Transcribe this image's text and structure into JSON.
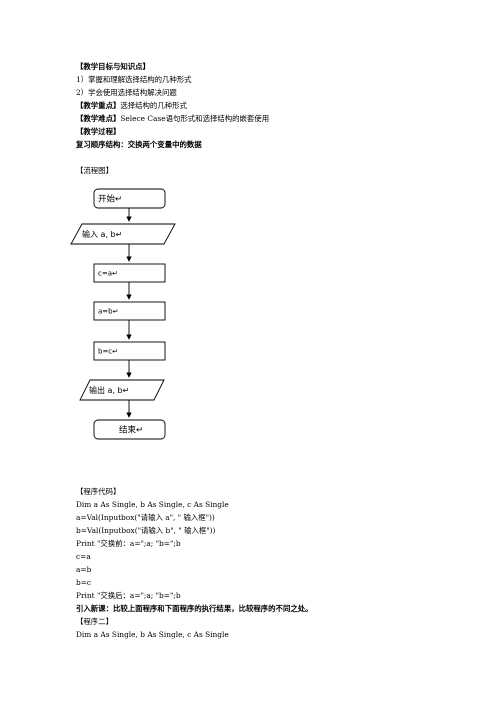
{
  "doc": {
    "sections": [
      {
        "label": "【教学目标与知识点】",
        "text": ""
      },
      {
        "label": "",
        "text": "1）掌握和理解选择结构的几种形式"
      },
      {
        "label": "",
        "text": "2）学会使用选择结构解决问题"
      },
      {
        "label": "【教学重点】",
        "text": "选择结构的几种形式"
      },
      {
        "label": "【教学难点】",
        "text": "Selece Case语句形式和选择结构的嵌套使用"
      },
      {
        "label": "【教学过程】",
        "text": ""
      },
      {
        "label": "复习顺序结构：交换两个变量中的数据",
        "text": ""
      }
    ],
    "flowchart_heading": "【流程图】",
    "flowchart": {
      "start": "开始↵",
      "input": "输入 a, b↵",
      "step1": "c=a↵",
      "step2": "a=b↵",
      "step3": "b=c↵",
      "output": "输出 a, b↵",
      "end": "结束↵"
    },
    "code_heading": "【程序代码】",
    "code_lines": [
      "Dim a As Single, b As Single, c As Single",
      "a=Val(Inputbox(\"请输入 a\", \"  输入框\"))",
      "b=Val(Inputbox(\"请输入 b\", \"  输入框\"))",
      "Print \"交换前：a=\";a; \"b=\";b",
      "c=a",
      "a=b",
      "b=c",
      "Print \"交换后：a=\";a; \"b=\";b"
    ],
    "intro_text": "引入新课：比较上面程序和下面程序的执行结果，比较程序的不同之处。",
    "program2_heading": "【程序二】",
    "program2_line": "Dim a As Single, b As Single, c As Single"
  }
}
